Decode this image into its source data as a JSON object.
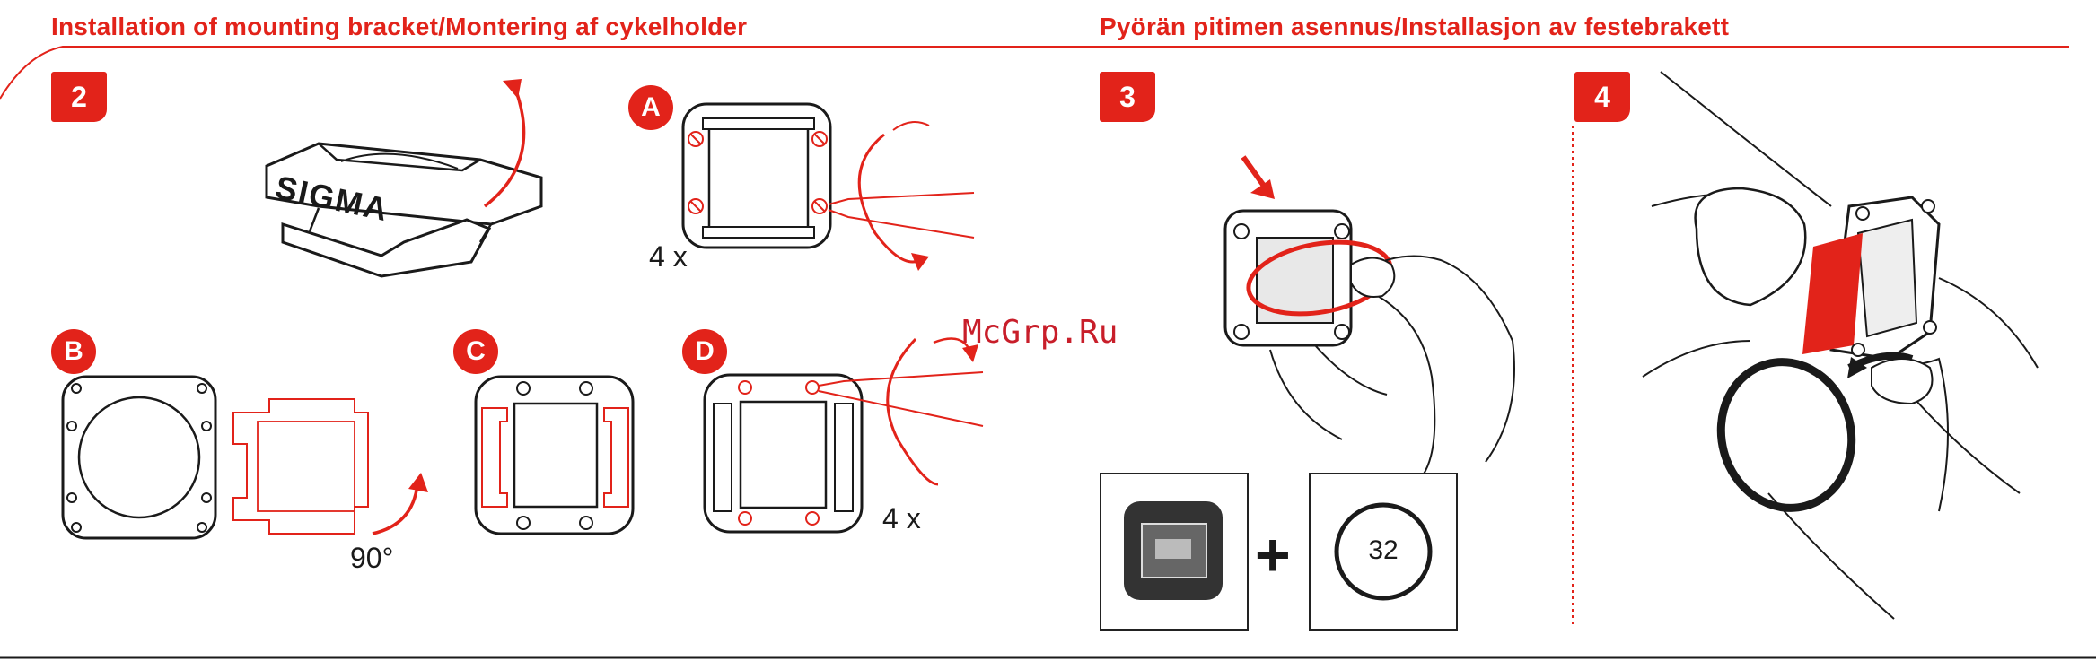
{
  "headings": {
    "left": "Installation of mounting bracket/Montering af cykelholder",
    "right": "Pyörän pitimen asennus/Installasjon av festebrakett"
  },
  "steps": {
    "s2": "2",
    "s3": "3",
    "s4": "4"
  },
  "substeps": {
    "a": "A",
    "b": "B",
    "c": "C",
    "d": "D"
  },
  "labels": {
    "count_a": "4 x",
    "count_d": "4 x",
    "rotation": "90°",
    "brand": "SIGMA",
    "ring_size": "32",
    "plus": "+"
  },
  "watermark": "McGrp.Ru",
  "colors": {
    "accent": "#e2231a",
    "ink": "#1a1a1a"
  }
}
